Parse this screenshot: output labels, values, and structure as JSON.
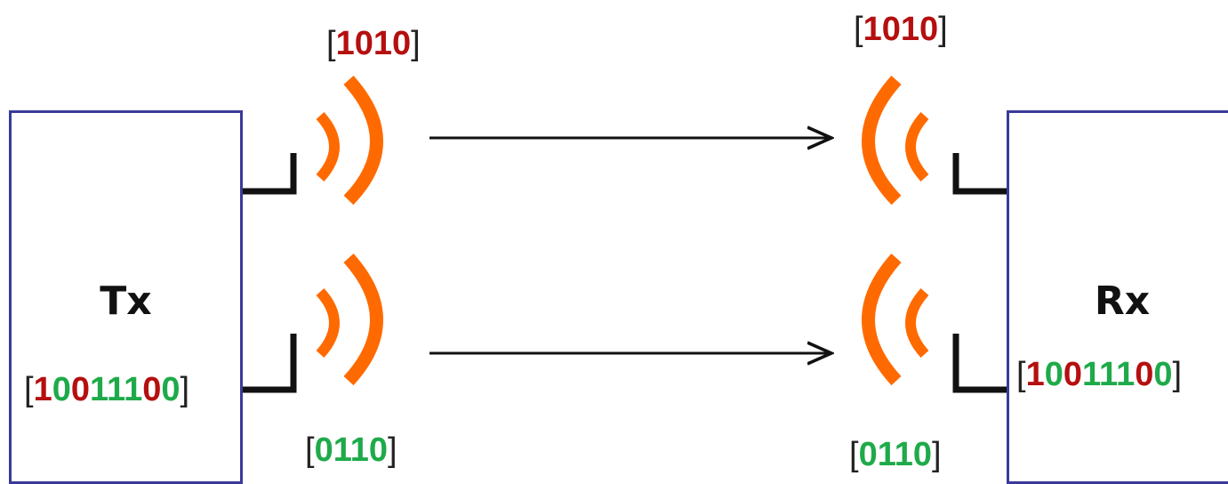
{
  "colors": {
    "red": "#b50f0f",
    "green": "#1faa4a",
    "orange": "#ff6a00",
    "box_border": "#3a3a9a",
    "line": "#111111"
  },
  "tx": {
    "label": "Tx",
    "bits": [
      1,
      0,
      0,
      1,
      1,
      1,
      0,
      0
    ],
    "bit_colors": [
      "red",
      "green",
      "red",
      "green",
      "green",
      "green",
      "red",
      "green"
    ]
  },
  "rx": {
    "label": "Rx",
    "bits": [
      1,
      0,
      0,
      1,
      1,
      1,
      0,
      0
    ],
    "bit_colors": [
      "red",
      "green",
      "red",
      "green",
      "green",
      "green",
      "red",
      "green"
    ]
  },
  "streams": {
    "top": {
      "bits": "1010",
      "color": "red"
    },
    "bottom": {
      "bits": "0110",
      "color": "green"
    }
  },
  "brackets": {
    "open": "[",
    "close": "]"
  },
  "icons": {
    "tx_antenna_top": "antenna-icon",
    "tx_antenna_bottom": "antenna-icon",
    "rx_antenna_top": "antenna-icon",
    "rx_antenna_bottom": "antenna-icon",
    "signal_waves": "signal-waves-icon"
  }
}
